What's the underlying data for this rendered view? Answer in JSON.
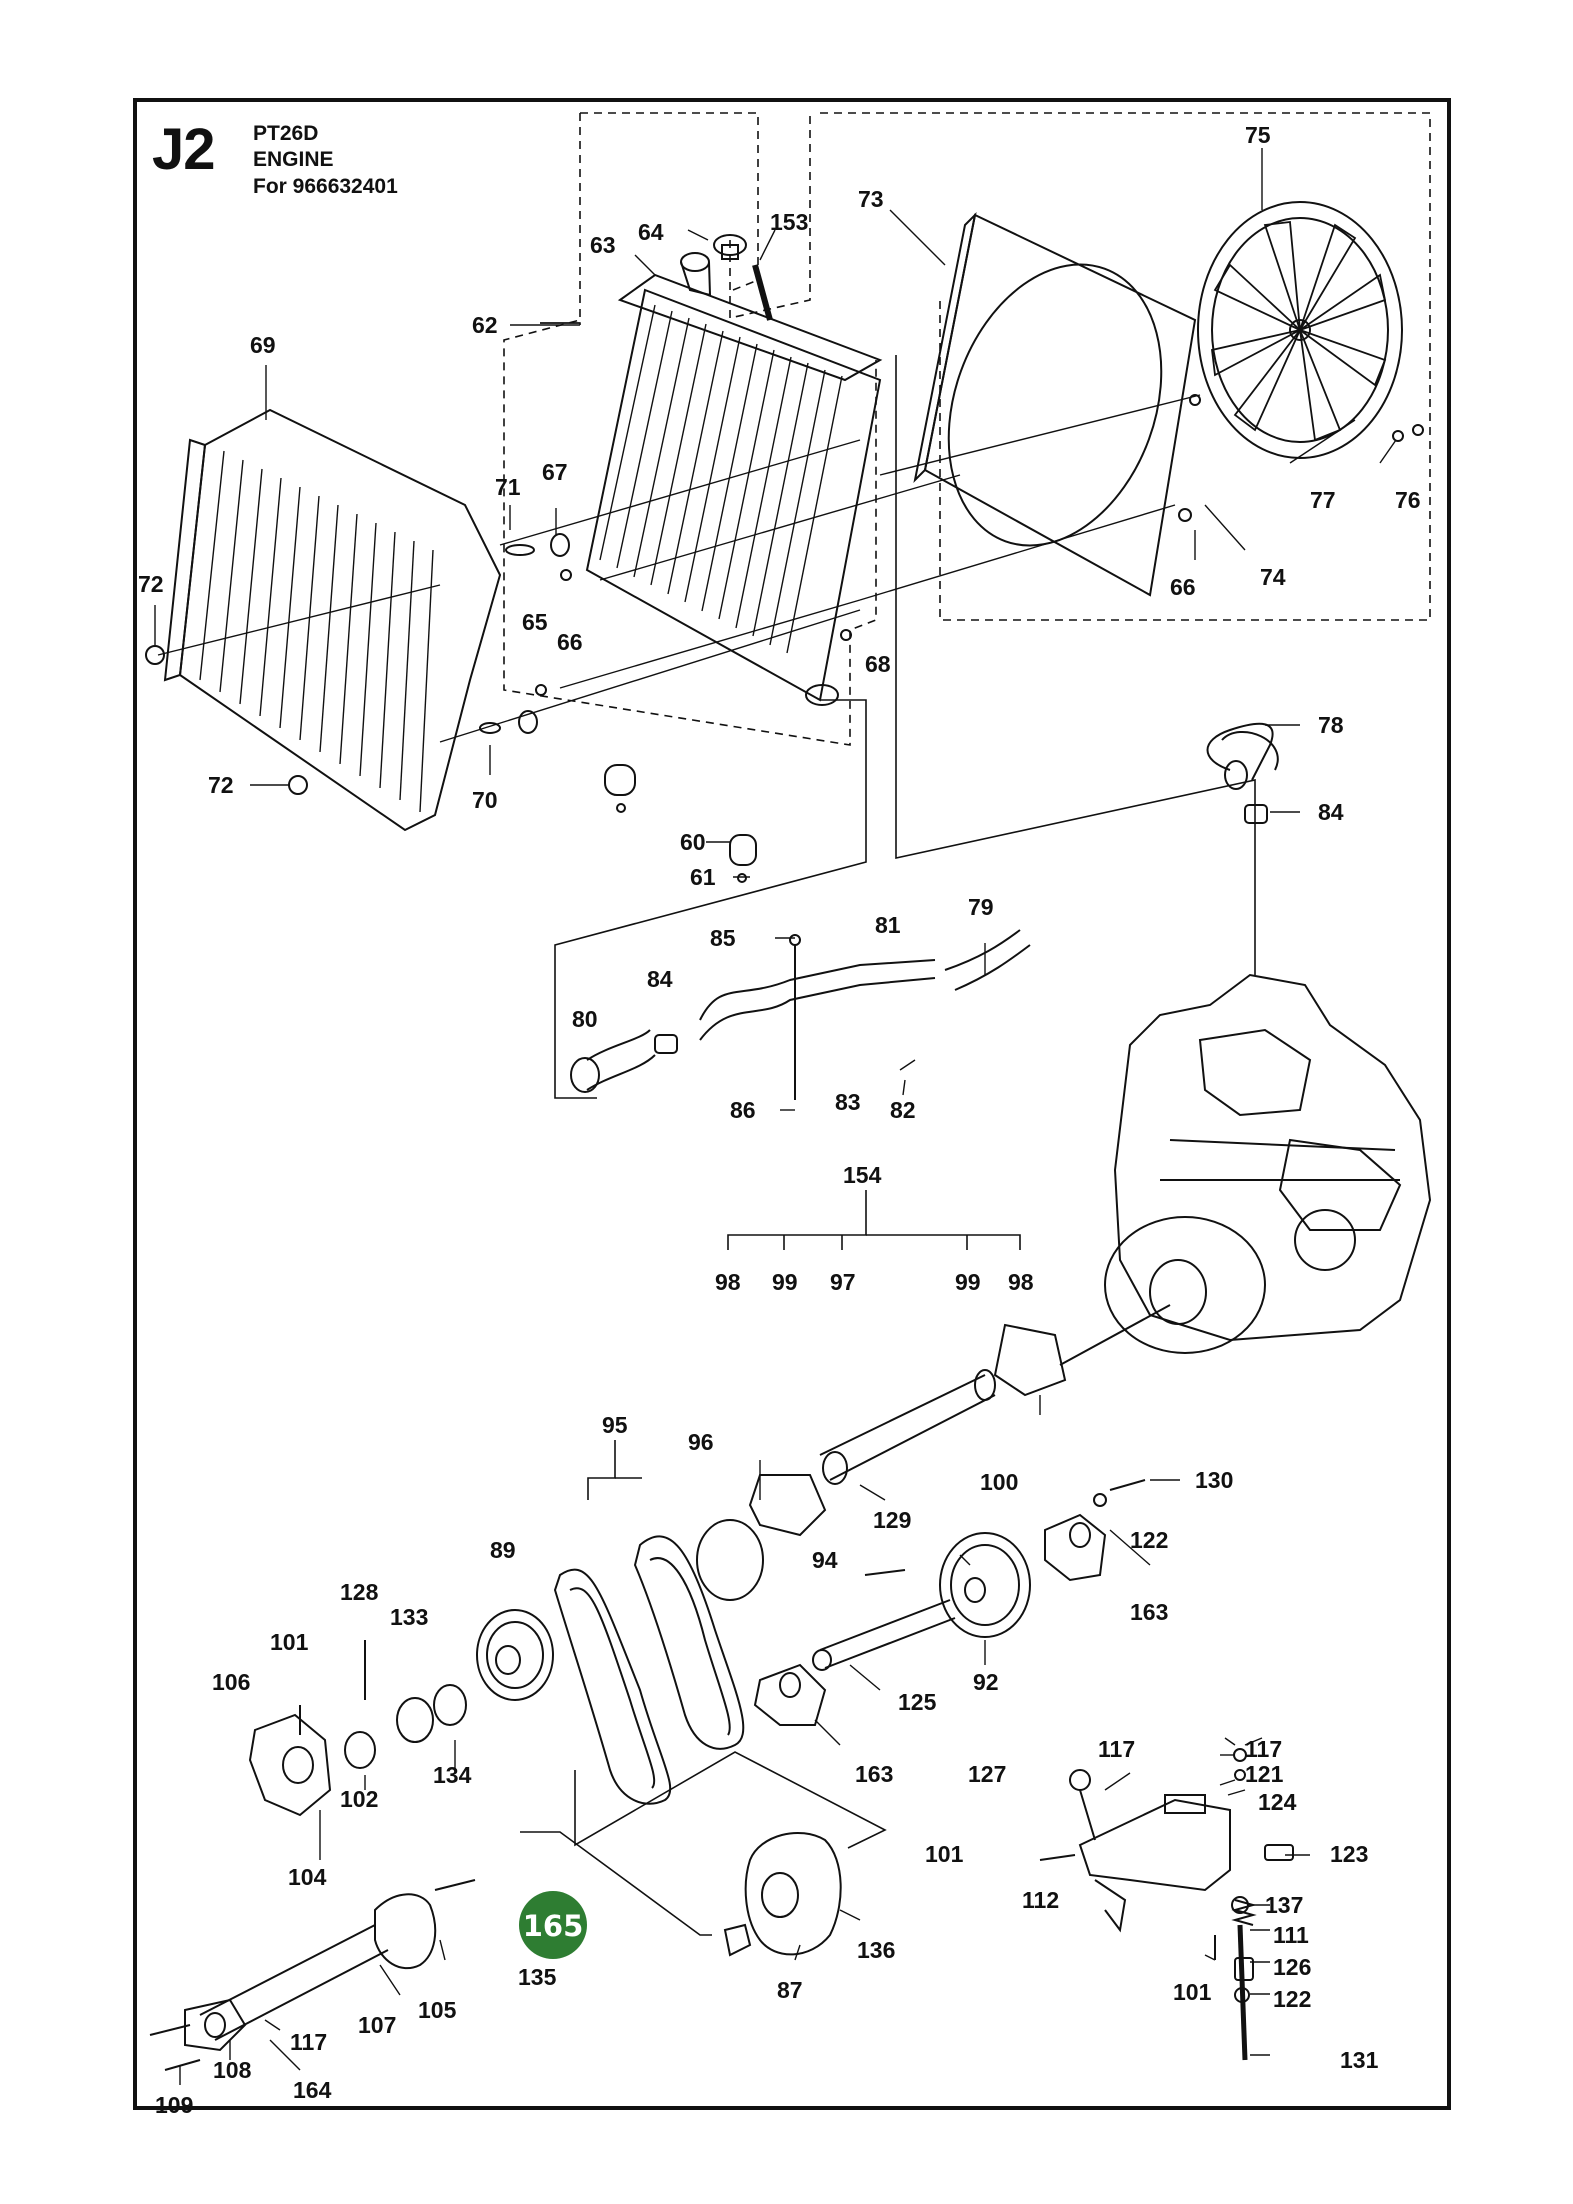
{
  "header": {
    "code": "J2",
    "model": "PT26D",
    "section": "ENGINE",
    "for_line": "For 966632401"
  },
  "callouts": {
    "c75": "75",
    "c73": "73",
    "c64": "64",
    "c153": "153",
    "c63": "63",
    "c62": "62",
    "c69": "69",
    "c71": "71",
    "c67": "67",
    "c72a": "72",
    "c65": "65",
    "c66a": "66",
    "c68": "68",
    "c77": "77",
    "c76": "76",
    "c66b": "66",
    "c74": "74",
    "c78": "78",
    "c84a": "84",
    "c72b": "72",
    "c70": "70",
    "c60": "60",
    "c61": "61",
    "c85": "85",
    "c81": "81",
    "c79": "79",
    "c84b": "84",
    "c80": "80",
    "c86": "86",
    "c83": "83",
    "c82": "82",
    "c154": "154",
    "c98a": "98",
    "c99a": "99",
    "c97": "97",
    "c99b": "99",
    "c98b": "98",
    "c95": "95",
    "c96": "96",
    "c100": "100",
    "c130": "130",
    "c89": "89",
    "c129": "129",
    "c122a": "122",
    "c94": "94",
    "c163a": "163",
    "c128": "128",
    "c133": "133",
    "c101a": "101",
    "c106": "106",
    "c92": "92",
    "c125": "125",
    "c134": "134",
    "c102": "102",
    "c163b": "163",
    "c117a": "117",
    "c117b": "117",
    "c127": "127",
    "c121": "121",
    "c124": "124",
    "c104": "104",
    "c101b": "101",
    "c123": "123",
    "c112": "112",
    "c137": "137",
    "c136": "136",
    "c135": "135",
    "c111": "111",
    "c126": "126",
    "c105": "105",
    "c87": "87",
    "c101c": "101",
    "c122b": "122",
    "c107": "107",
    "c117c": "117",
    "c108": "108",
    "c131": "131",
    "c164": "164",
    "c109": "109"
  },
  "badge": {
    "number": "165",
    "color": "#2e7d32"
  },
  "colors": {
    "line": "#111111",
    "background": "#ffffff"
  },
  "icons": {
    "radiator": "radiator-icon",
    "fan": "fan-icon",
    "engine": "engine-icon",
    "pulley": "pulley-icon",
    "belt": "belt-icon"
  }
}
